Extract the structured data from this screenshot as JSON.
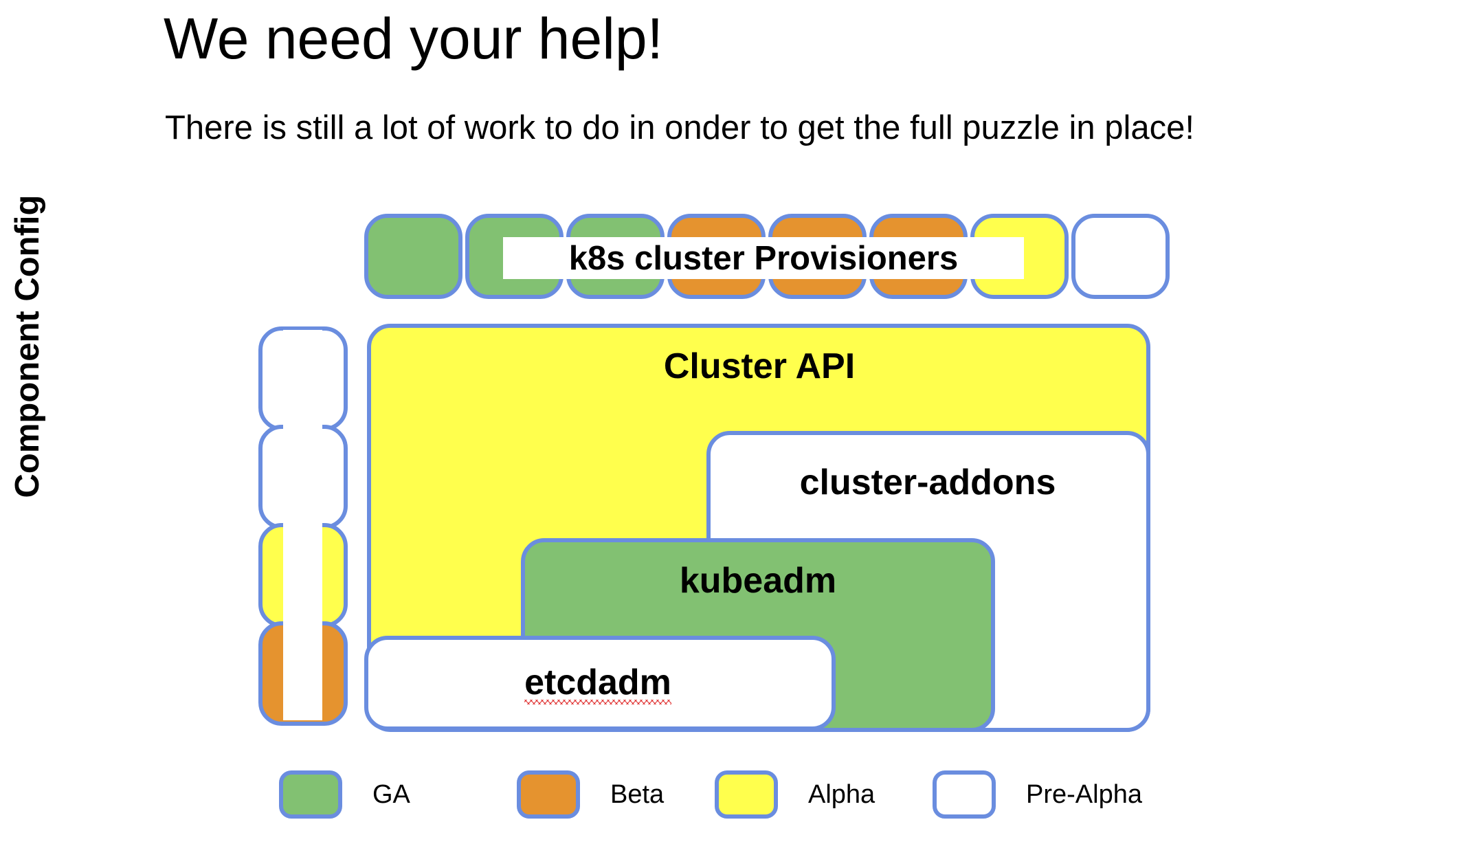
{
  "slide": {
    "title": "We need your help!",
    "subtitle": "There is still a lot of work to do in onder to get the full puzzle in place!"
  },
  "palette": {
    "ga_green": "#82c172",
    "beta_orange": "#e5932f",
    "alpha_yellow": "#ffff4d",
    "pre_alpha_white": "#ffffff",
    "border_blue": "#6a8ddf",
    "spellcheck_red": "#e03030",
    "text_black": "#000000",
    "background": "#ffffff"
  },
  "diagram": {
    "provisioners": {
      "label": "k8s cluster Provisioners",
      "tiles": [
        {
          "status": "GA",
          "color": "#82c172"
        },
        {
          "status": "GA",
          "color": "#82c172"
        },
        {
          "status": "GA",
          "color": "#82c172"
        },
        {
          "status": "Beta",
          "color": "#e5932f"
        },
        {
          "status": "Beta",
          "color": "#e5932f"
        },
        {
          "status": "Beta",
          "color": "#e5932f"
        },
        {
          "status": "Alpha",
          "color": "#ffff4d"
        },
        {
          "status": "Pre-Alpha",
          "color": "#ffffff"
        }
      ]
    },
    "component_config": {
      "label": "Component Config",
      "tiles": [
        {
          "status": "Pre-Alpha",
          "color": "#ffffff"
        },
        {
          "status": "Pre-Alpha",
          "color": "#ffffff"
        },
        {
          "status": "Alpha",
          "color": "#ffff4d"
        },
        {
          "status": "Beta",
          "color": "#e5932f"
        }
      ]
    },
    "layers": [
      {
        "label": "Cluster API",
        "status": "Alpha",
        "color": "#ffff4d"
      },
      {
        "label": "cluster-addons",
        "status": "Pre-Alpha",
        "color": "#ffffff"
      },
      {
        "label": "kubeadm",
        "status": "GA",
        "color": "#82c172"
      },
      {
        "label": "etcdadm",
        "status": "Pre-Alpha",
        "color": "#ffffff",
        "spellcheck_underline": true
      }
    ]
  },
  "legend": {
    "items": [
      {
        "label": "GA",
        "color": "#82c172"
      },
      {
        "label": "Beta",
        "color": "#e5932f"
      },
      {
        "label": "Alpha",
        "color": "#ffff4d"
      },
      {
        "label": "Pre-Alpha",
        "color": "#ffffff"
      }
    ]
  }
}
